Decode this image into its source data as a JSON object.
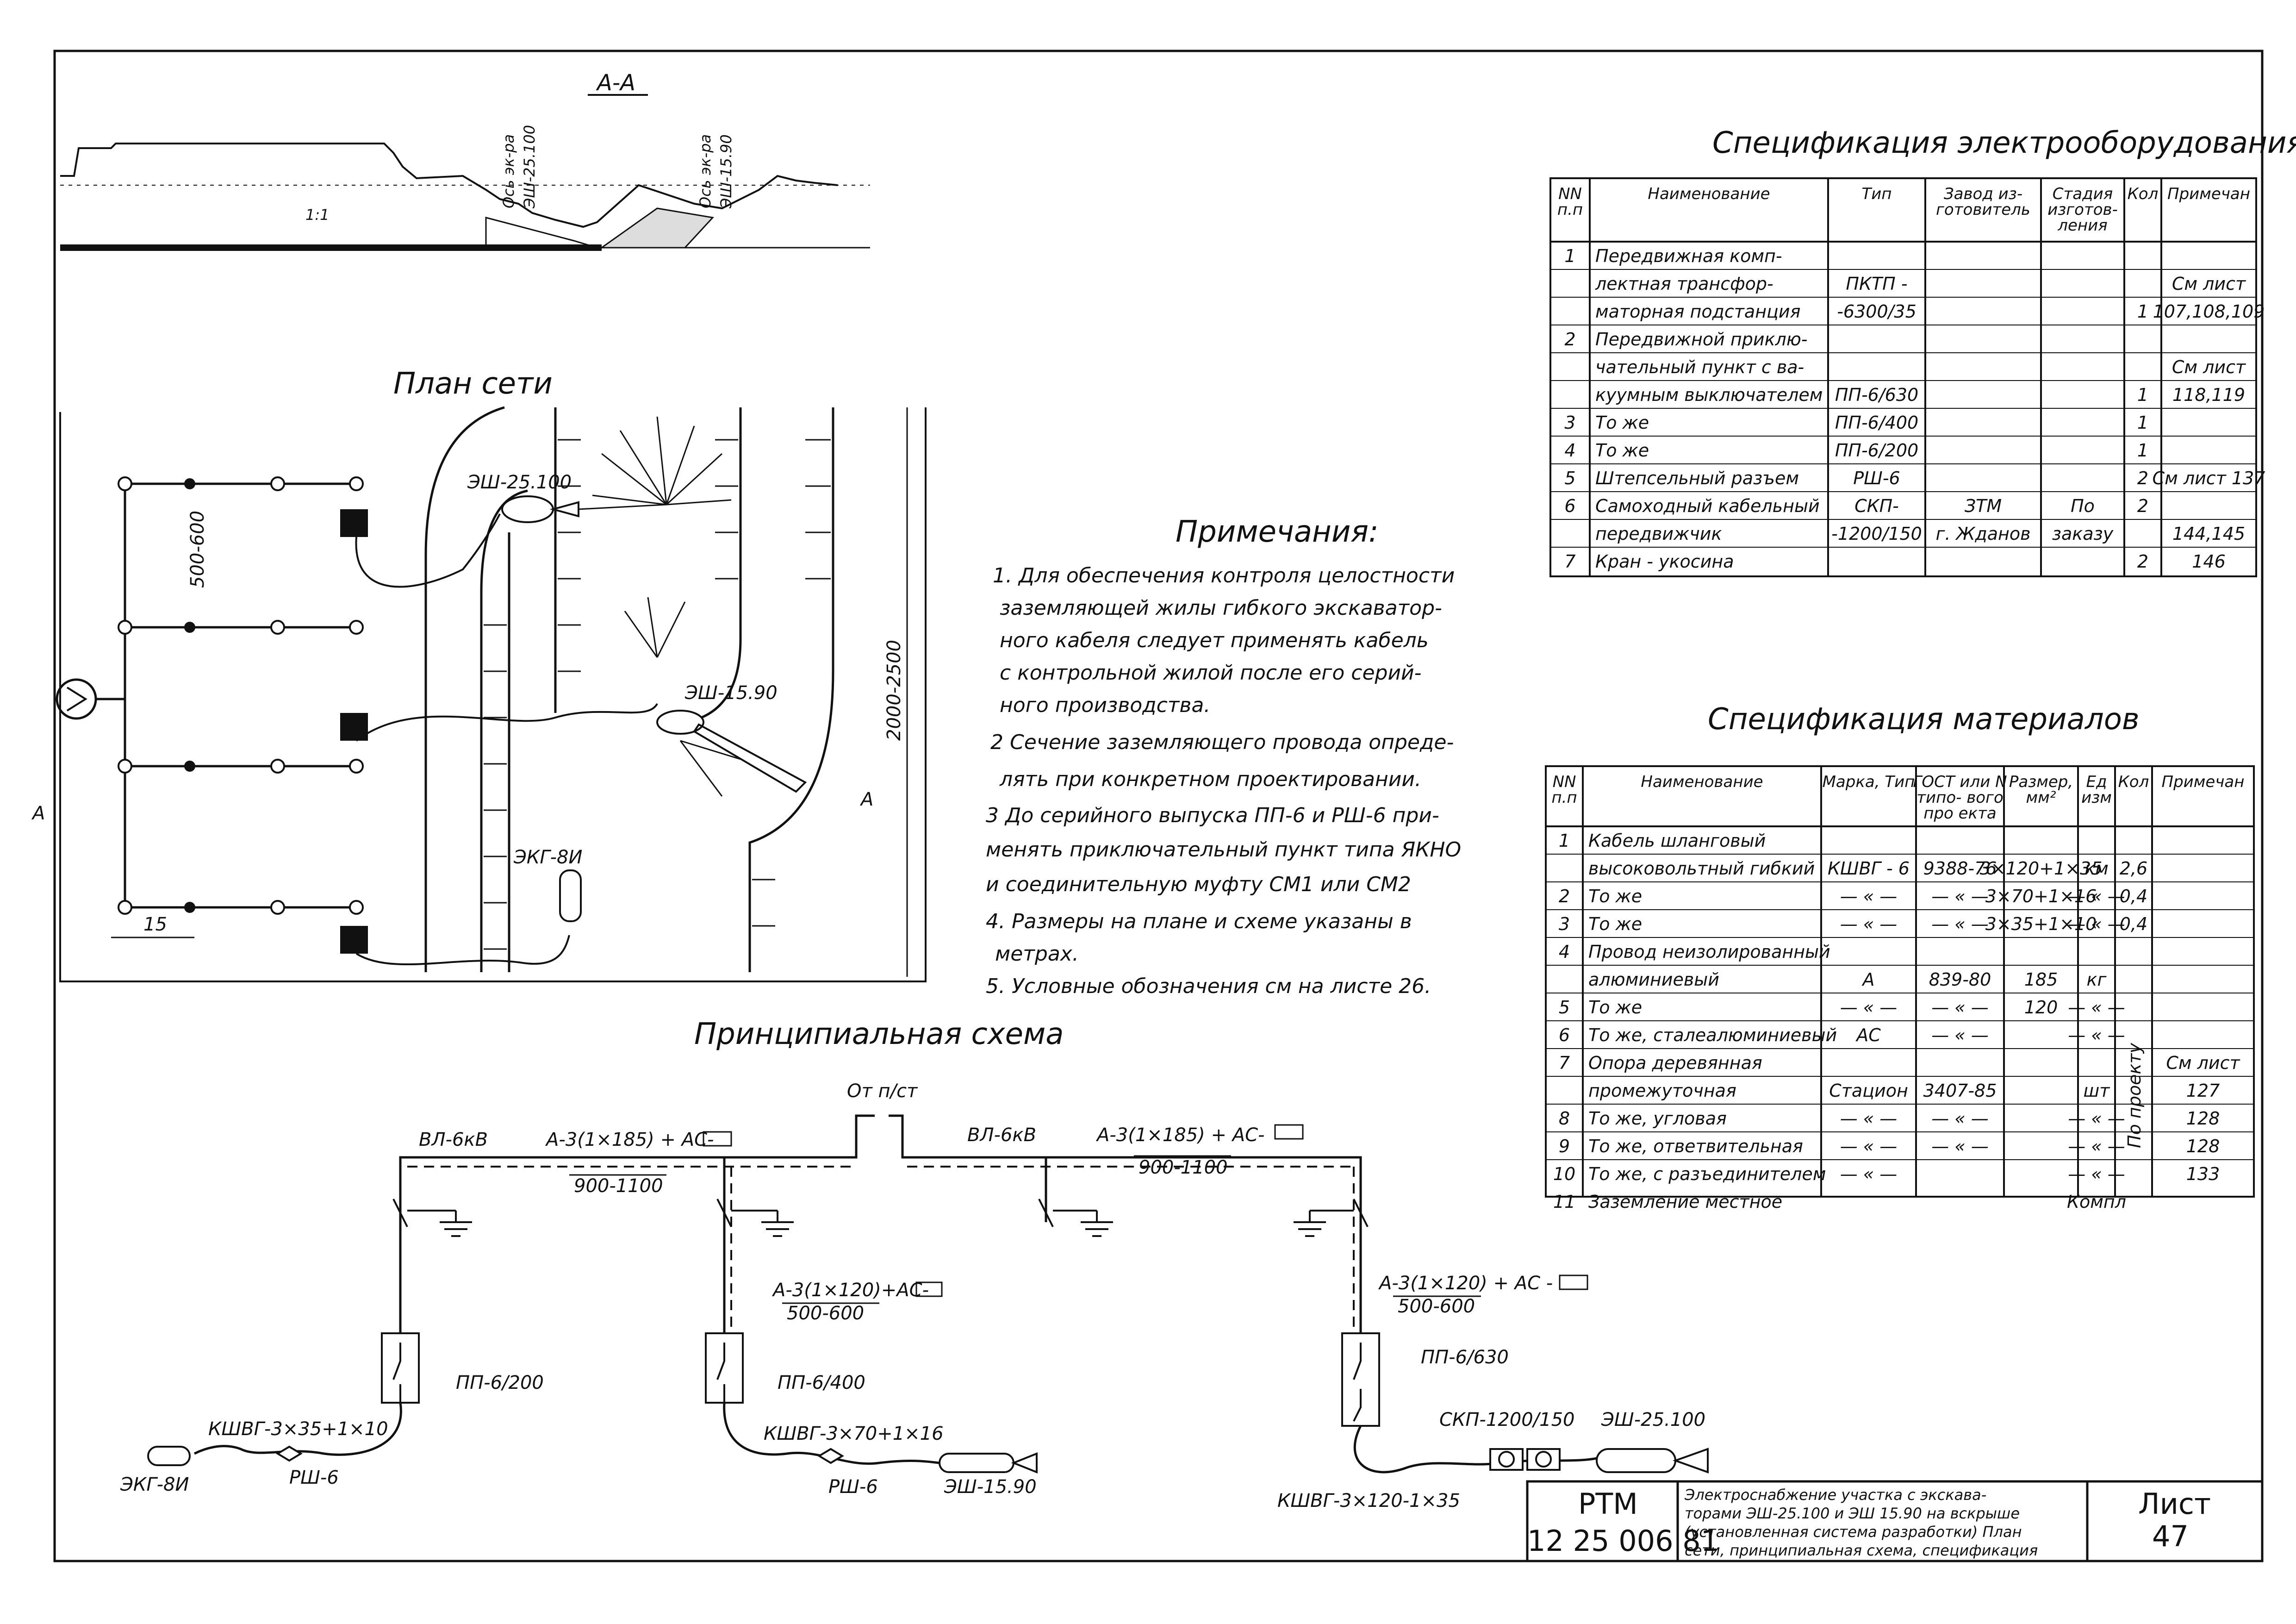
{
  "section_aa": {
    "title": "А-А",
    "label_left": [
      "Ось эк-ра",
      "ЭШ-25.100"
    ],
    "label_right": [
      "Ось эк-ра",
      "ЭШ-15.90"
    ],
    "slope_mark": "1:1"
  },
  "plan": {
    "title": "План сети",
    "dim_spacing": "500-600",
    "dim_width": "2000-2500",
    "dim_bottom": "15",
    "section_mark": "А",
    "labels": {
      "esh25100": "ЭШ-25.100",
      "esh1590": "ЭШ-15.90",
      "ekg": "ЭКГ-8И"
    }
  },
  "notes": {
    "title": "Примечания:",
    "lines": [
      "1. Для обеспечения контроля целостности",
      "заземляющей жилы гибкого экскаватор-",
      "ного кабеля следует применять кабель",
      "с контрольной жилой после его серий-",
      "ного производства.",
      "2 Сечение заземляющего провода опреде-",
      "лять при конкретном проектировании.",
      "3 До серийного выпуска ПП-6 и РШ-6 при-",
      "менять приключательный пункт типа ЯКНО",
      "и соединительную муфту СМ1 или СМ2",
      "4. Размеры на плане и схеме указаны в",
      "метрах.",
      "5. Условные обозначения см на листе 26."
    ]
  },
  "spec_equipment": {
    "title": "Спецификация электрооборудования",
    "headers": [
      "NN п.п",
      "Наименование",
      "Тип",
      "Завод из- готовитель",
      "Стадия изготов- ления",
      "Кол",
      "Примечан"
    ],
    "rows": [
      [
        "1",
        "Передвижная комп-",
        "",
        "",
        "",
        "",
        ""
      ],
      [
        "",
        "лектная трансфор-",
        "ПКТП -",
        "",
        "",
        "",
        "См лист"
      ],
      [
        "",
        "маторная подстанция",
        "-6300/35",
        "",
        "",
        "1",
        "107,108,109"
      ],
      [
        "2",
        "Передвижной приклю-",
        "",
        "",
        "",
        "",
        ""
      ],
      [
        "",
        "чательный пункт с ва-",
        "",
        "",
        "",
        "",
        "См лист"
      ],
      [
        "",
        "куумным выключателем",
        "ПП-6/630",
        "",
        "",
        "1",
        "118,119"
      ],
      [
        "3",
        "То же",
        "ПП-6/400",
        "",
        "",
        "1",
        ""
      ],
      [
        "4",
        "То же",
        "ПП-6/200",
        "",
        "",
        "1",
        ""
      ],
      [
        "5",
        "Штепсельный разъем",
        "РШ-6",
        "",
        "",
        "2",
        "См лист 137"
      ],
      [
        "6",
        "Самоходный кабельный",
        "СКП-",
        "ЗТМ",
        "По",
        "2",
        ""
      ],
      [
        "",
        "передвижчик",
        "-1200/150",
        "г. Жданов",
        "заказу",
        "",
        "144,145"
      ],
      [
        "7",
        "Кран - укосина",
        "",
        "",
        "",
        "2",
        "146"
      ]
    ]
  },
  "spec_materials": {
    "title": "Спецификация материалов",
    "headers": [
      "NN п.п",
      "Наименование",
      "Марка, Тип",
      "ГОСТ или N типо- вого про екта",
      "Размер, мм²",
      "Ед изм",
      "Кол",
      "Примечан"
    ],
    "rows": [
      [
        "1",
        "Кабель шланговый",
        "",
        "",
        "",
        "",
        "",
        ""
      ],
      [
        "",
        "высоковольтный гибкий",
        "КШВГ - 6",
        "9388-76",
        "3×120+1×35",
        "км",
        "2,6",
        ""
      ],
      [
        "2",
        "То же",
        "— « —",
        "— « —",
        "3×70+1×16",
        "— « —",
        "0,4",
        ""
      ],
      [
        "3",
        "То же",
        "— « —",
        "— « —",
        "3×35+1×10",
        "— « —",
        "0,4",
        ""
      ],
      [
        "4",
        "Провод неизолированный",
        "",
        "",
        "",
        "",
        "",
        ""
      ],
      [
        "",
        "алюминиевый",
        "А",
        "839-80",
        "185",
        "кг",
        "",
        ""
      ],
      [
        "5",
        "То же",
        "— « —",
        "— « —",
        "120",
        "— « —",
        "",
        ""
      ],
      [
        "6",
        "То же, сталеалюминиевый",
        "АС",
        "— « —",
        "",
        "— « —",
        "",
        ""
      ],
      [
        "7",
        "Опора деревянная",
        "",
        "",
        "",
        "",
        "",
        "См лист"
      ],
      [
        "",
        "промежуточная",
        "Стацион",
        "3407-85",
        "",
        "шт",
        "",
        "127"
      ],
      [
        "8",
        "То же, угловая",
        "— « —",
        "— « —",
        "",
        "— « —",
        "",
        "128"
      ],
      [
        "9",
        "То же, ответвительная",
        "— « —",
        "— « —",
        "",
        "— « —",
        "",
        "128"
      ],
      [
        "10",
        "То же, с разъединителем",
        "— « —",
        "",
        "",
        "— « —",
        "",
        "133"
      ],
      [
        "11",
        "Заземление местное",
        "",
        "",
        "",
        "Компл",
        "",
        ""
      ]
    ],
    "by_project": "По проекту"
  },
  "schematic": {
    "title": "Принципиальная схема",
    "from_ps": "От п/ст",
    "vl_left": "ВЛ-6кВ",
    "vl_right": "ВЛ-6кВ",
    "wire_left": "А-3(1×185) + АС-",
    "wire_right": "А-3(1×185) + АС-",
    "span_left": "900-1100",
    "span_right": "900-1100",
    "branch_mid": "А-3(1×120)+АС-",
    "branch_mid_len": "500-600",
    "branch_right": "А-3(1×120) + АС -",
    "branch_right_len": "500-600",
    "pp200": "ПП-6/200",
    "pp400": "ПП-6/400",
    "pp630": "ПП-6/630",
    "cable1": "КШВГ-3×35+1×10",
    "cable2": "КШВГ-3×70+1×16",
    "cable3": "КШВГ-3×120-1×35",
    "rsh1": "РШ-6",
    "rsh2": "РШ-6",
    "ekg": "ЭКГ-8И",
    "esh1590": "ЭШ-15.90",
    "skp": "СКП-1200/150",
    "esh25100": "ЭШ-25.100"
  },
  "title_block": {
    "code_top": "РТМ",
    "code_bottom": "12 25 006 81",
    "description": [
      "Электроснабжение участка с экскава-",
      "торами ЭШ-25.100 и ЭШ 15.90 на вскрыше",
      "(установленная система разработки) План",
      "сети, принципиальная схема, спецификация"
    ],
    "sheet_label": "Лист",
    "sheet_number": "47"
  }
}
